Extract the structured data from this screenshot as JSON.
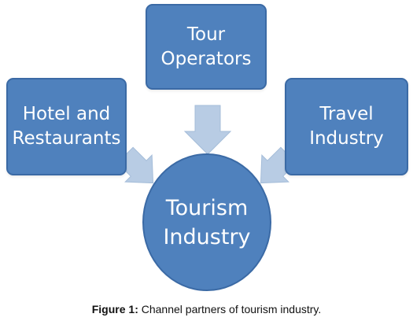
{
  "diagram": {
    "top_box": {
      "line1": "Tour",
      "line2": "Operators"
    },
    "left_box": {
      "line1": "Hotel and",
      "line2": "Restaurants"
    },
    "right_box": {
      "line1": "Travel",
      "line2": "Industry"
    },
    "center": {
      "line1": "Tourism",
      "line2": "Industry"
    },
    "colors": {
      "node_fill": "#4f81bd",
      "node_border": "#3b6aa5",
      "arrow_fill": "#b8cce4"
    }
  },
  "caption": {
    "label": "Figure 1:",
    "text": "Channel partners of tourism industry."
  }
}
